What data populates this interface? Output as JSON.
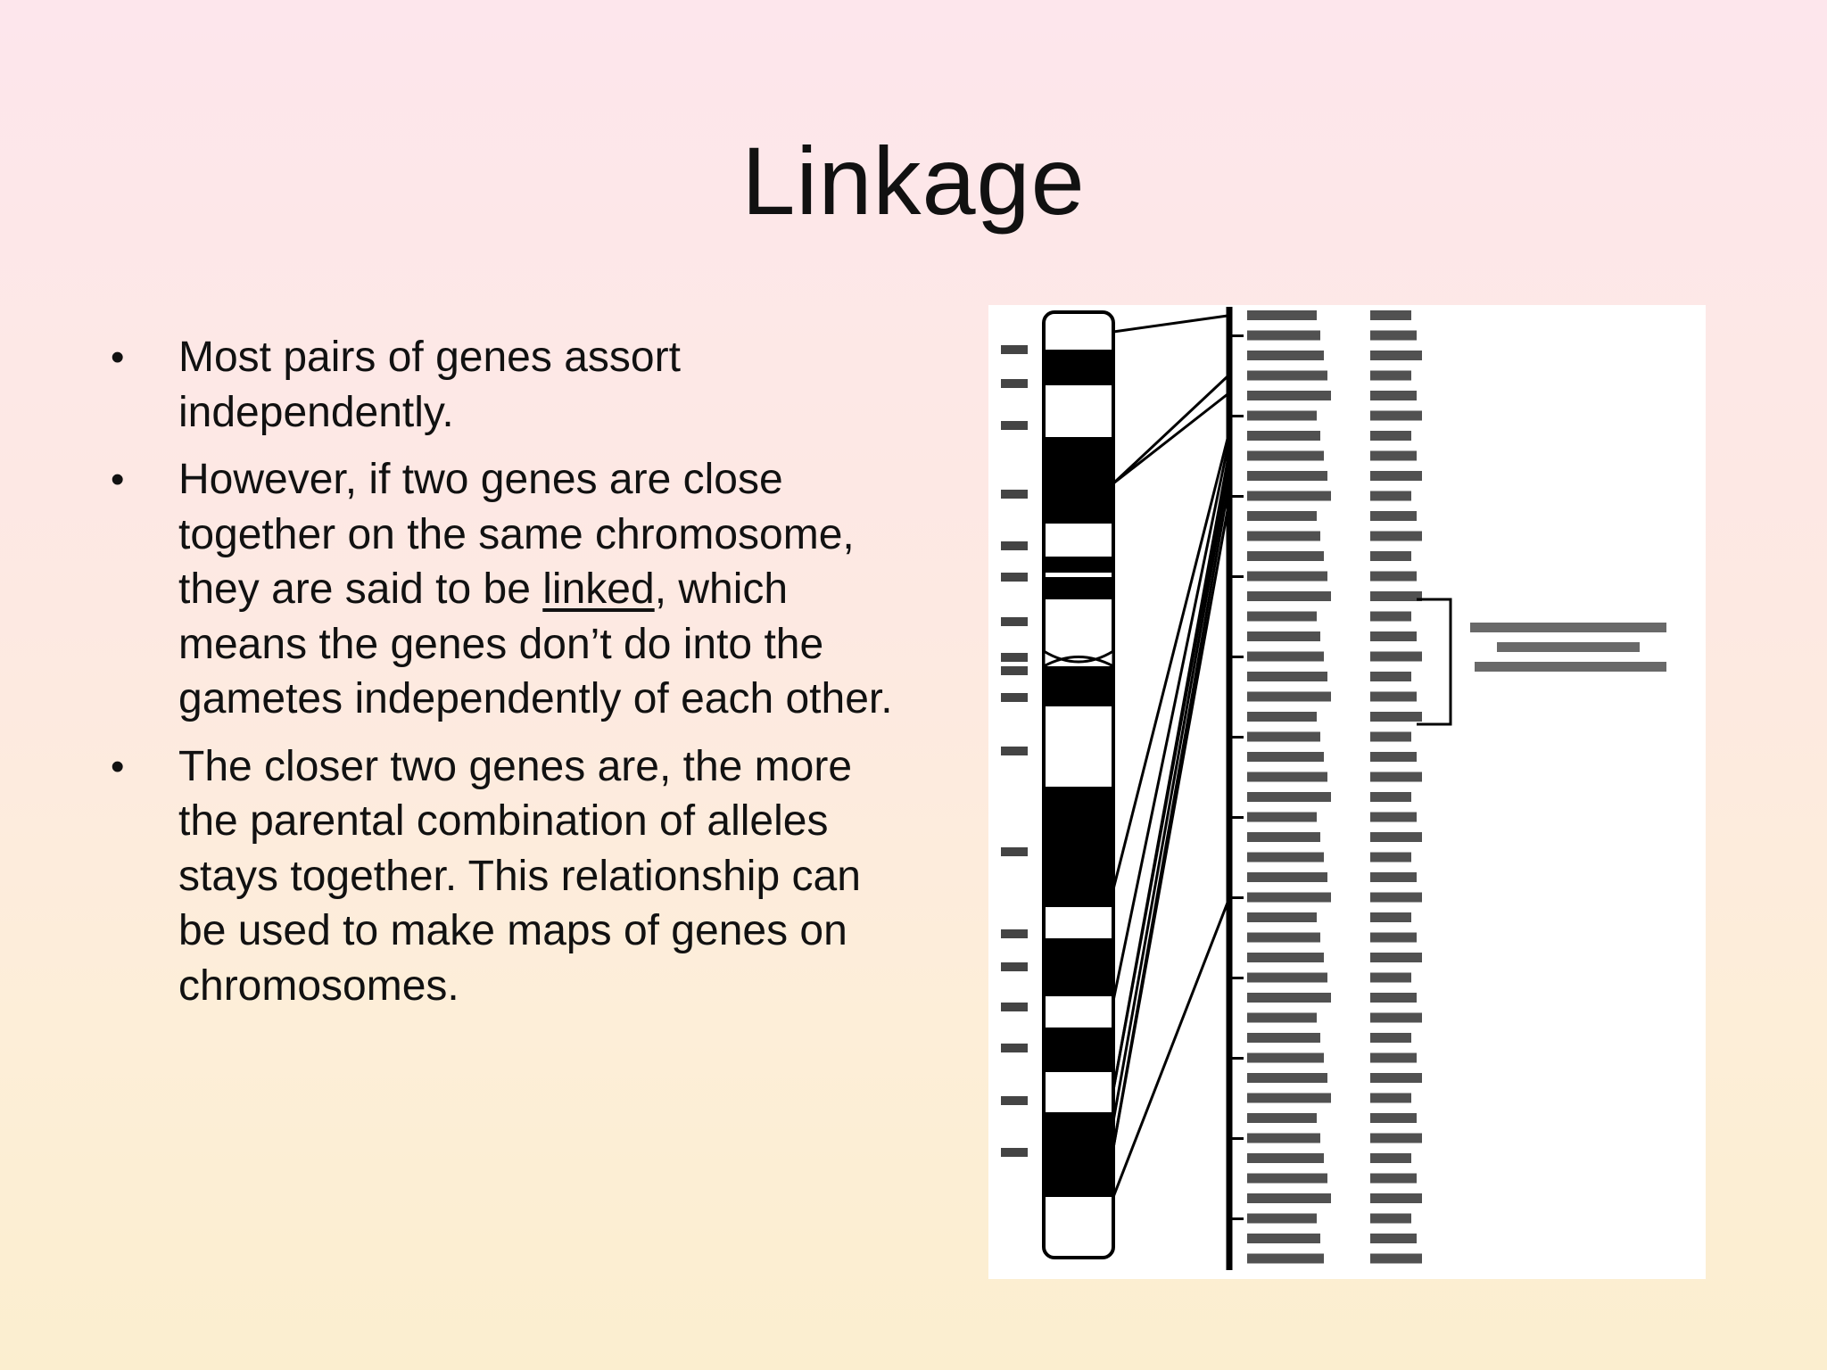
{
  "slide": {
    "title": "Linkage"
  },
  "bullets": {
    "item1": "Most pairs of genes assort independently.",
    "item2_before": "However, if two genes are close together on the same chromosome, they are said to be ",
    "item2_link": "linked",
    "item2_after": ", which means the genes don’t do into the gametes independently of each other.",
    "item3": "The closer two genes are, the more the parental combination of alleles stays together.  This relationship can be used to make maps of genes on chromosomes."
  },
  "colors": {
    "background_top": "#fde6ec",
    "background_bottom": "#fbeecf",
    "text": "#111111",
    "figure_background": "#ffffff"
  }
}
